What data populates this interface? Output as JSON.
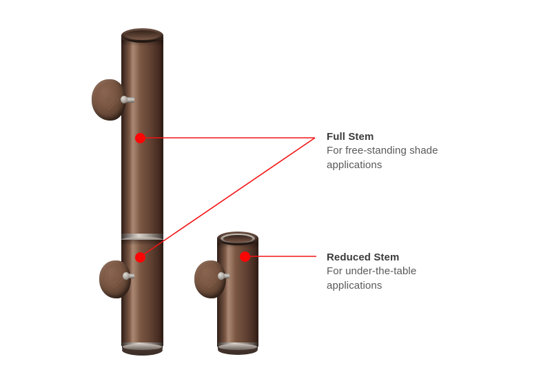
{
  "image": {
    "background_color": "#ffffff",
    "accent_color": "#fc0505",
    "product_color": "#6b4a39",
    "alt": "Product diagram comparing a full-length bronze umbrella stem with a reduced-length bronze umbrella stem"
  },
  "callouts": [
    {
      "id": "full-stem",
      "title": "Full Stem",
      "description": "For free-standing shade applications",
      "desc_line_1": "For free-standing shade",
      "desc_line_2": "applications"
    },
    {
      "id": "reduced-stem",
      "title": "Reduced Stem",
      "description": "For under-the-table applications",
      "desc_line_1": "For under-the-table",
      "desc_line_2": "applications"
    }
  ],
  "markers": [
    {
      "id": "marker-full-stem-upper",
      "label": "Full stem upper marker"
    },
    {
      "id": "marker-full-stem-lower",
      "label": "Full stem lower marker"
    },
    {
      "id": "marker-reduced-stem",
      "label": "Reduced stem marker"
    }
  ],
  "parts": {
    "full_stem": {
      "name": "Full Stem",
      "upper_tube": "upper-tube",
      "lower_tube": "lower-tube",
      "collar": "joint-collar",
      "base_ring": "base-chrome-ring",
      "upper_knob": "upper-adjustment-knob",
      "lower_knob": "lower-adjustment-knob"
    },
    "reduced_stem": {
      "name": "Reduced Stem",
      "tube": "tube",
      "base_ring": "base-chrome-ring",
      "knob": "adjustment-knob"
    }
  }
}
